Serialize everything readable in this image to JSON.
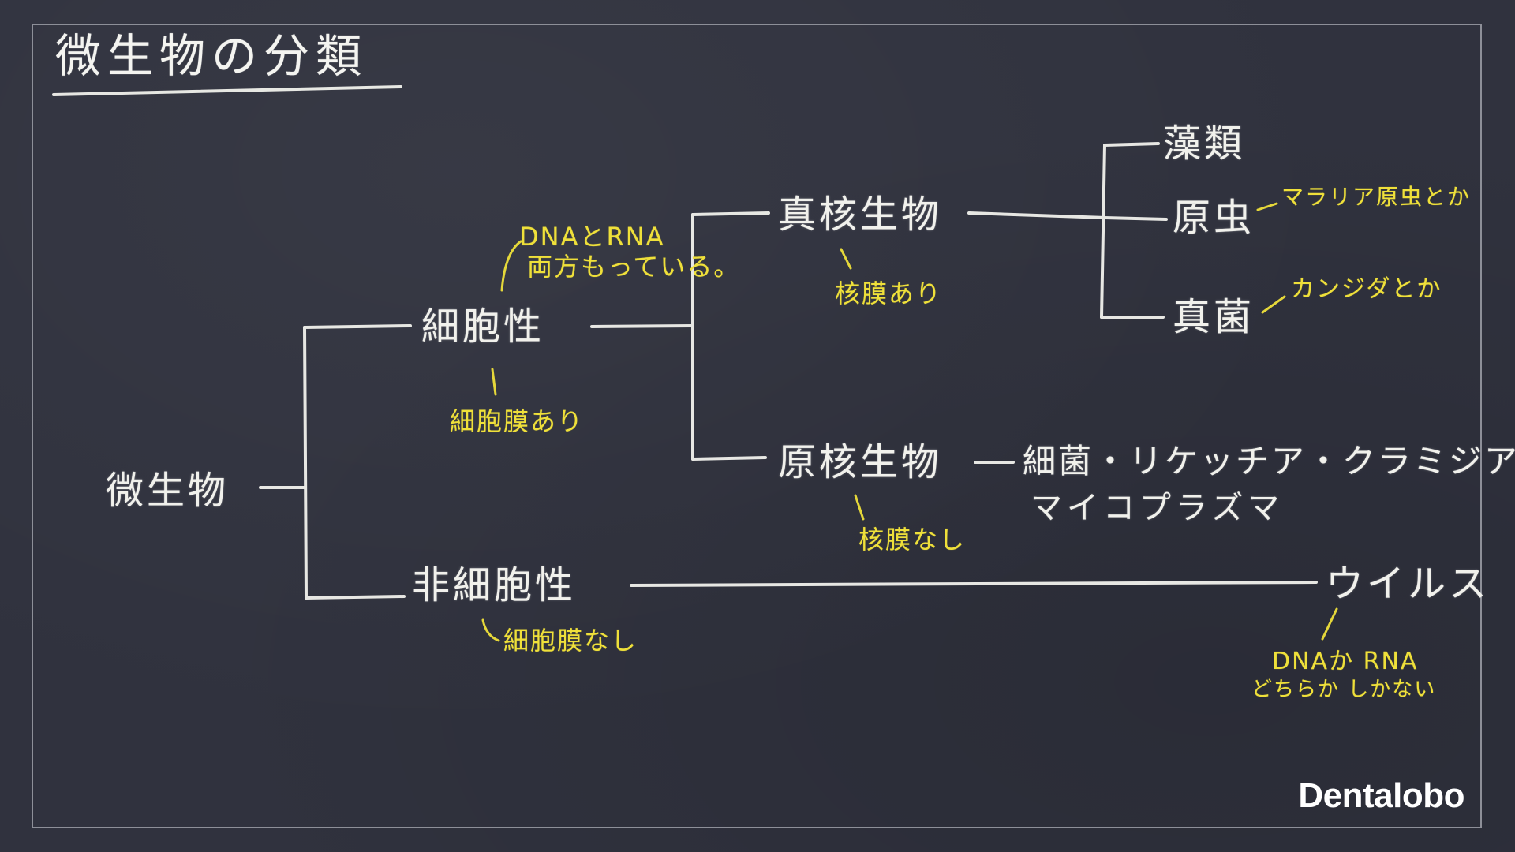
{
  "title": "微生物の分類",
  "brand": "Dentalobo",
  "colors": {
    "background": "#30323e",
    "chalk": "#f1f1ec",
    "note": "#efe03a",
    "frame": "#8d8f98"
  },
  "nodes": {
    "root": "微生物",
    "cellular": "細胞性",
    "noncellular": "非細胞性",
    "eukaryote": "真核生物",
    "prokaryote": "原核生物",
    "algae": "藻類",
    "protozoa": "原虫",
    "fungi": "真菌",
    "prokaryote_examples_1": "細菌・リケッチア・クラミジア",
    "prokaryote_examples_2": "マイコプラズマ",
    "virus": "ウイルス"
  },
  "notes": {
    "cellular_dna_1": "DNAとRNA",
    "cellular_dna_2": "両方もっている。",
    "cellular_membrane": "細胞膜あり",
    "noncellular_membrane": "細胞膜なし",
    "eukaryote_nucleus": "核膜あり",
    "prokaryote_nucleus": "核膜なし",
    "protozoa_example": "マラリア原虫とか",
    "fungi_example": "カンジダとか",
    "virus_dna_1": "DNAか RNA",
    "virus_dna_2": "どちらか しかない"
  }
}
